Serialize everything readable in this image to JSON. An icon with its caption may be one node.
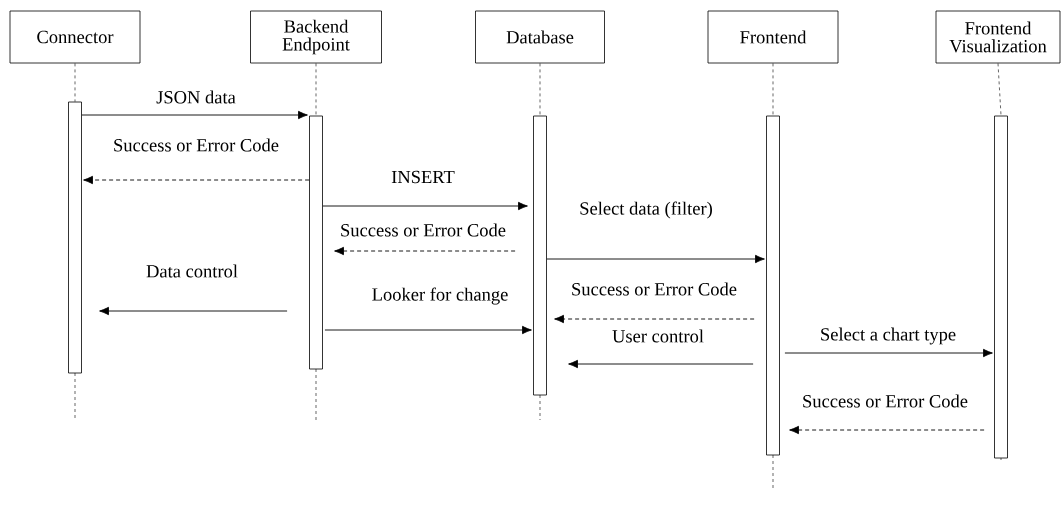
{
  "diagram": {
    "nodes": [
      {
        "text": [
          "Connector"
        ]
      },
      {
        "text": [
          "Backend Endpoint"
        ]
      },
      {
        "text": [
          "Database"
        ]
      },
      {
        "text": [
          "Frontend"
        ]
      },
      {
        "text": [
          "Frontend Visualization"
        ]
      },
      {
        "text": [],
        "shape": "bar"
      },
      {
        "text": [],
        "shape": "bar"
      },
      {
        "text": [],
        "shape": "bar"
      },
      {
        "text": [],
        "shape": "bar"
      },
      {
        "text": [],
        "shape": "bar"
      }
    ],
    "edges": [
      {
        "from": 5,
        "to": 6,
        "arrow": "to",
        "label": "JSON data"
      },
      {
        "from": 6,
        "to": 5,
        "arrow": "to",
        "label": "Success or Error Code",
        "style": "dashed"
      },
      {
        "from": 6,
        "to": 7,
        "arrow": "to",
        "label": "INSERT"
      },
      {
        "from": 7,
        "to": 6,
        "arrow": "to",
        "label": "Success or Error Code",
        "style": "dashed"
      },
      {
        "from": 7,
        "to": 8,
        "arrow": "to",
        "label": "Select data (filter)"
      },
      {
        "from": 6,
        "to": 5,
        "arrow": "to",
        "label": "Data control"
      },
      {
        "from": 8,
        "to": 7,
        "arrow": "to",
        "label": "Success or Error Code",
        "style": "dashed"
      },
      {
        "from": 6,
        "to": 7,
        "arrow": "to",
        "label": "Looker for change"
      },
      {
        "from": 8,
        "to": 9,
        "arrow": "to",
        "label": "Select a chart type"
      },
      {
        "from": 8,
        "to": 7,
        "arrow": "to",
        "label": "User control"
      },
      {
        "from": 9,
        "to": 8,
        "arrow": "to",
        "label": "Success or Error Code",
        "style": "dashed"
      },
      {
        "from": 0,
        "to": 5,
        "arrow": "none",
        "style": "dashed"
      },
      {
        "from": 1,
        "to": 6,
        "arrow": "none",
        "style": "dashed"
      },
      {
        "from": 2,
        "to": 7,
        "arrow": "none",
        "style": "dashed"
      },
      {
        "from": 3,
        "to": 8,
        "arrow": "none",
        "style": "dashed"
      },
      {
        "from": 4,
        "to": 9,
        "arrow": "none",
        "style": "dashed"
      }
    ]
  }
}
